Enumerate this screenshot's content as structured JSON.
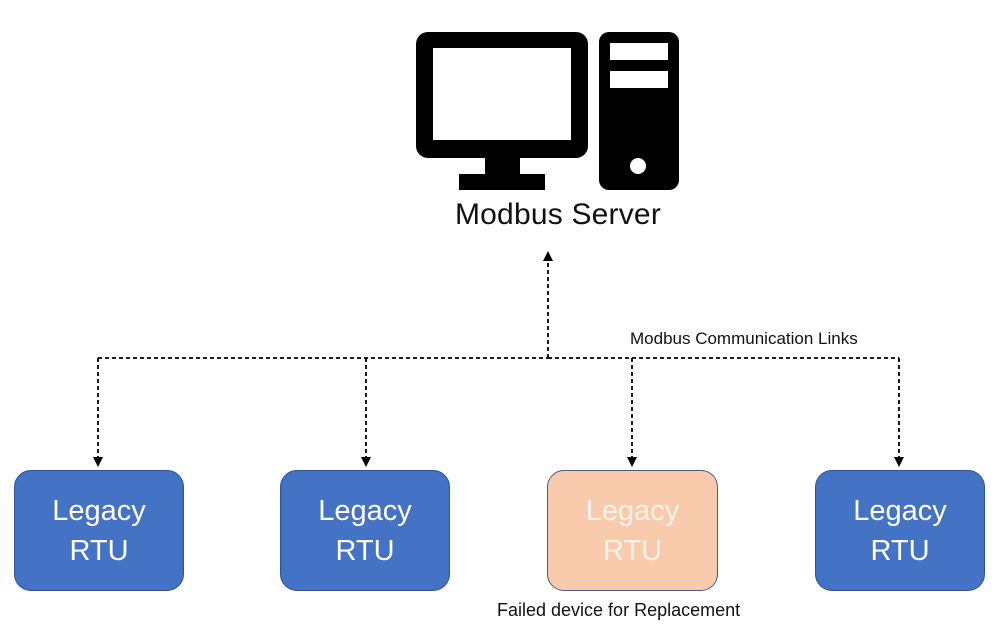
{
  "server": {
    "label": "Modbus Server",
    "icon": "desktop-computer-icon"
  },
  "links": {
    "label": "Modbus Communication Links",
    "style": "dashed",
    "color": "#000000"
  },
  "devices": [
    {
      "line1": "Legacy",
      "line2": "RTU",
      "status": "ok",
      "fill": "#4472C4",
      "text_color": "#FFFFFF"
    },
    {
      "line1": "Legacy",
      "line2": "RTU",
      "status": "ok",
      "fill": "#4472C4",
      "text_color": "#FFFFFF"
    },
    {
      "line1": "Legacy",
      "line2": "RTU",
      "status": "failed",
      "fill": "#F8CBAD",
      "text_color": "#FDF2EA"
    },
    {
      "line1": "Legacy",
      "line2": "RTU",
      "status": "ok",
      "fill": "#4472C4",
      "text_color": "#FFFFFF"
    }
  ],
  "failed_caption": "Failed device for Replacement",
  "colors": {
    "device_ok": "#4472C4",
    "device_ok_border": "#2F528F",
    "device_failed": "#F8CBAD",
    "icon": "#000000"
  }
}
